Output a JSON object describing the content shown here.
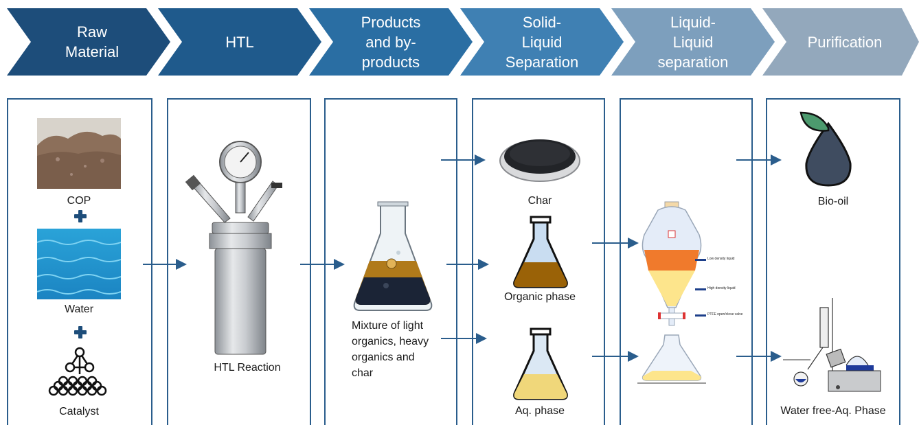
{
  "steps": [
    {
      "label": "Raw\nMaterial",
      "color": "#1d4d7a"
    },
    {
      "label": "HTL",
      "color": "#1f5a8c"
    },
    {
      "label": "Products\nand by-\nproducts",
      "color": "#2a6ea3"
    },
    {
      "label": "Solid-\nLiquid\nSeparation",
      "color": "#3f80b3"
    },
    {
      "label": "Liquid-\nLiquid\nseparation",
      "color": "#7d9fbd"
    },
    {
      "label": "Purification",
      "color": "#93a8bc"
    }
  ],
  "raw_material": {
    "cop": "COP",
    "water": "Water",
    "catalyst": "Catalyst"
  },
  "htl": {
    "reaction": "HTL Reaction"
  },
  "products": {
    "mixture": "Mixture of light\norganics, heavy\norganics and\nchar"
  },
  "sls": {
    "char": "Char",
    "organic": "Organic phase",
    "aqueous": "Aq. phase"
  },
  "lls": {
    "low_density": "Low density liquid",
    "high_density": "High density liquid",
    "valve": "PTFE open/close valve"
  },
  "purification": {
    "biooil": "Bio-oil",
    "waterfree": "Water free-Aq. Phase"
  },
  "colors": {
    "arrow": "#2a5d8c",
    "panel_border": "#2a5d8c",
    "accent_plus": "#1d4d7a"
  }
}
